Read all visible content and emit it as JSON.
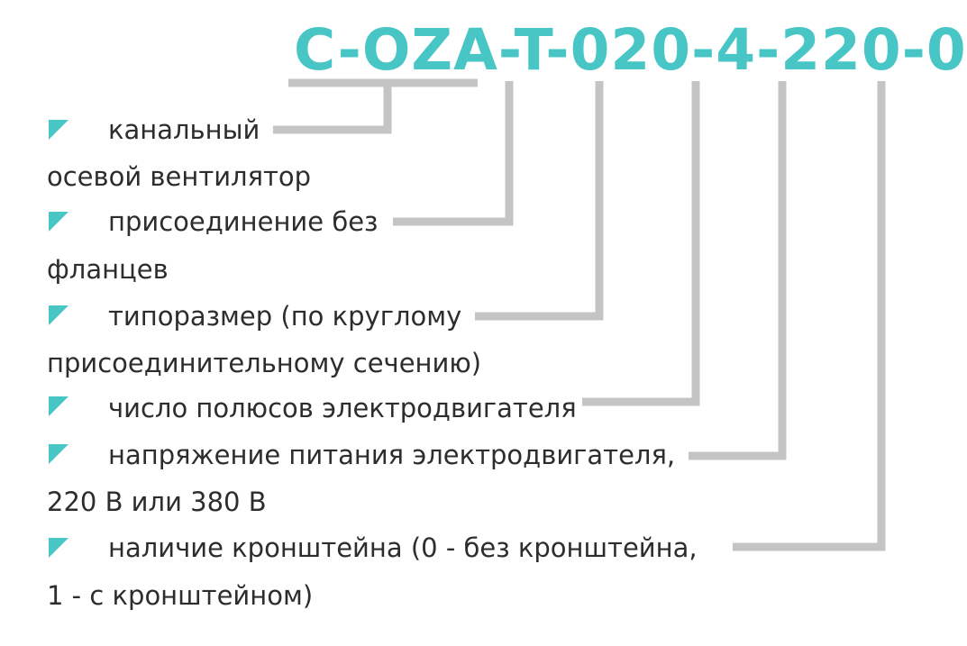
{
  "code": "C-OZA-T-020-4-220-0",
  "colors": {
    "accent": "#48c6c6",
    "connector": "#c4c4c4",
    "text": "#2d2d2d"
  },
  "items": [
    {
      "lines": [
        "канальный",
        "осевой вентилятор"
      ]
    },
    {
      "lines": [
        "присоединение без",
        "фланцев"
      ]
    },
    {
      "lines": [
        "типоразмер (по круглому",
        "присоединительному сечению)"
      ]
    },
    {
      "lines": [
        "число полюсов электродвигателя"
      ]
    },
    {
      "lines": [
        "напряжение питания электродвигателя,",
        "220 В или 380 В"
      ]
    },
    {
      "lines": [
        "наличие кронштейна (0 - без кронштейна,",
        "1 - с кронштейном)"
      ]
    }
  ],
  "marker_icon": "triangle-bullet-icon"
}
